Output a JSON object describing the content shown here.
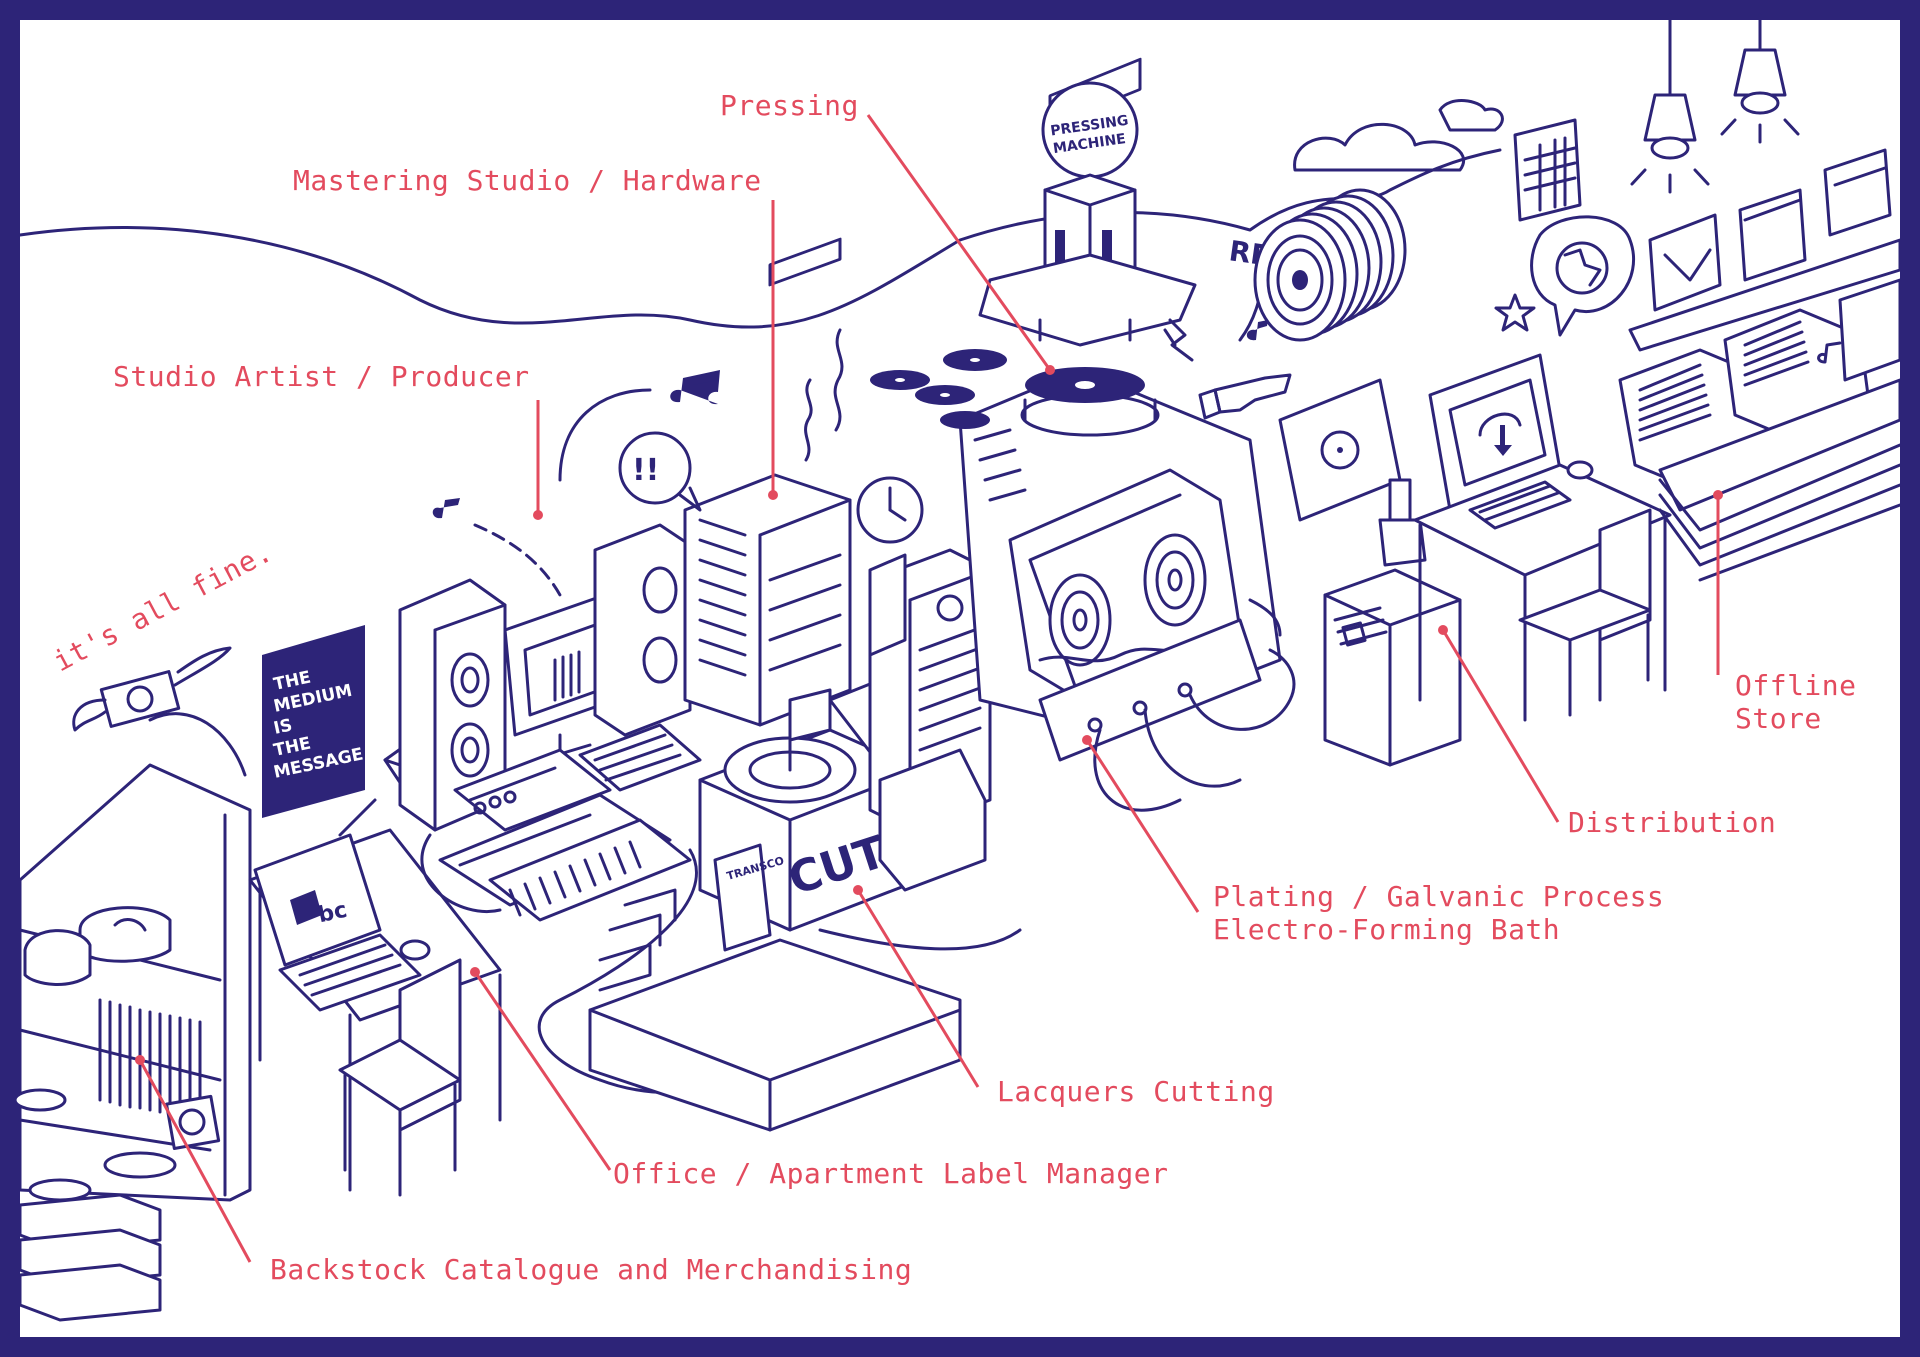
{
  "colors": {
    "frame": "#2d2478",
    "ink": "#2d2478",
    "accent": "#e34b5e",
    "paper": "#ffffff"
  },
  "tagline": "it's all fine.",
  "poster": {
    "line1": "THE",
    "line2": "MEDIUM",
    "line3": "IS",
    "line4": "THE",
    "line5": "MESSAGE"
  },
  "machine_sign": {
    "line1": "PRESSING",
    "line2": "MACHINE"
  },
  "ready_text": "READY",
  "cut_text": "CUT",
  "transco_text": "TRANSCO",
  "laptop_logo": "bc",
  "labels": {
    "pressing": "Pressing",
    "mastering": "Mastering Studio / Hardware",
    "studio_artist": "Studio Artist / Producer",
    "offline_line1": "Offline",
    "offline_line2": "Store",
    "distribution": "Distribution",
    "plating_line1": "Plating / Galvanic Process",
    "plating_line2": "Electro-Forming Bath",
    "lacquers": "Lacquers Cutting",
    "office": "Office / Apartment Label Manager",
    "backstock": "Backstock Catalogue and Merchandising"
  }
}
